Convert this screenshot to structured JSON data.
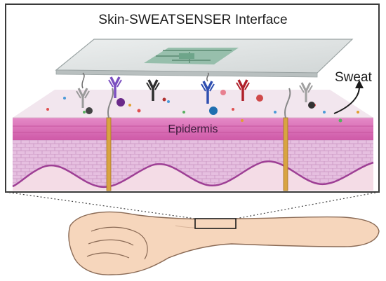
{
  "figure": {
    "title": "Skin-SWEATSENSER Interface",
    "sweat_label": "Sweat",
    "epidermis_label": "Epidermis"
  },
  "colors": {
    "frame": "#3a3a3a",
    "skin_surface": "#f2e6ee",
    "epidermis_band": "#d96fb8",
    "cell_layer": "#e2b7dc",
    "dermis": "#f4dce6",
    "glass": "#d8dcdc",
    "chip": "#7fb39a",
    "electrode_wire": "#d9a441",
    "wrist_skin": "#f6d6bc"
  },
  "antibodies": [
    {
      "name": "antibody-grey-1",
      "color": "#9a9a9a",
      "antigen": "#444444"
    },
    {
      "name": "antibody-purple",
      "color": "#7b4fc0",
      "antigen": "#6a2a8a"
    },
    {
      "name": "antibody-black",
      "color": "#2e2e2e",
      "antigen": "#b03030"
    },
    {
      "name": "antibody-blue",
      "color": "#2f4fb0",
      "antigen": "#1f6fb0"
    },
    {
      "name": "antibody-red",
      "color": "#b0202a",
      "antigen": "#d04a4a"
    },
    {
      "name": "antibody-grey-2",
      "color": "#a0a0a0",
      "antigen": "#333333"
    }
  ]
}
